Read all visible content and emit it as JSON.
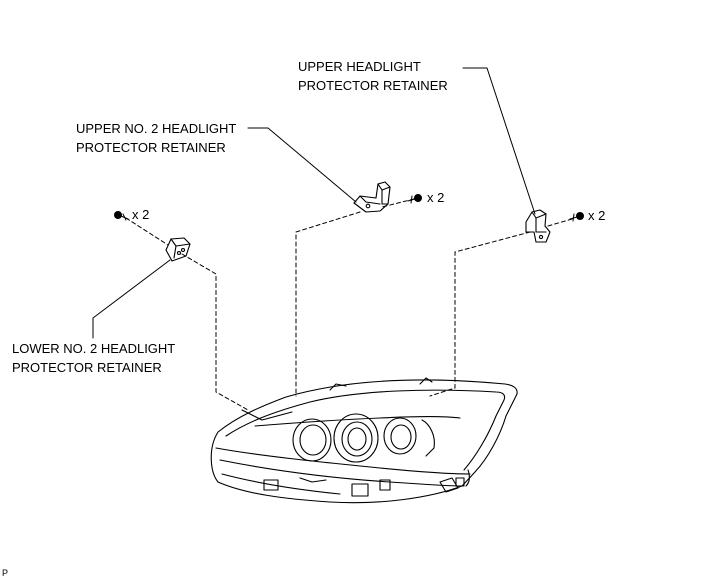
{
  "labels": {
    "upper_retainer": [
      "UPPER HEADLIGHT",
      "PROTECTOR RETAINER"
    ],
    "upper_no2_retainer": [
      "UPPER NO. 2 HEADLIGHT",
      "PROTECTOR RETAINER"
    ],
    "lower_no2_retainer": [
      "LOWER NO. 2 HEADLIGHT",
      "PROTECTOR RETAINER"
    ]
  },
  "quantities": {
    "left_screw": "x 2",
    "center_screw": "x 2",
    "right_screw": "x 2"
  },
  "figure_code": "P",
  "colors": {
    "line": "#000000",
    "background": "#ffffff"
  }
}
